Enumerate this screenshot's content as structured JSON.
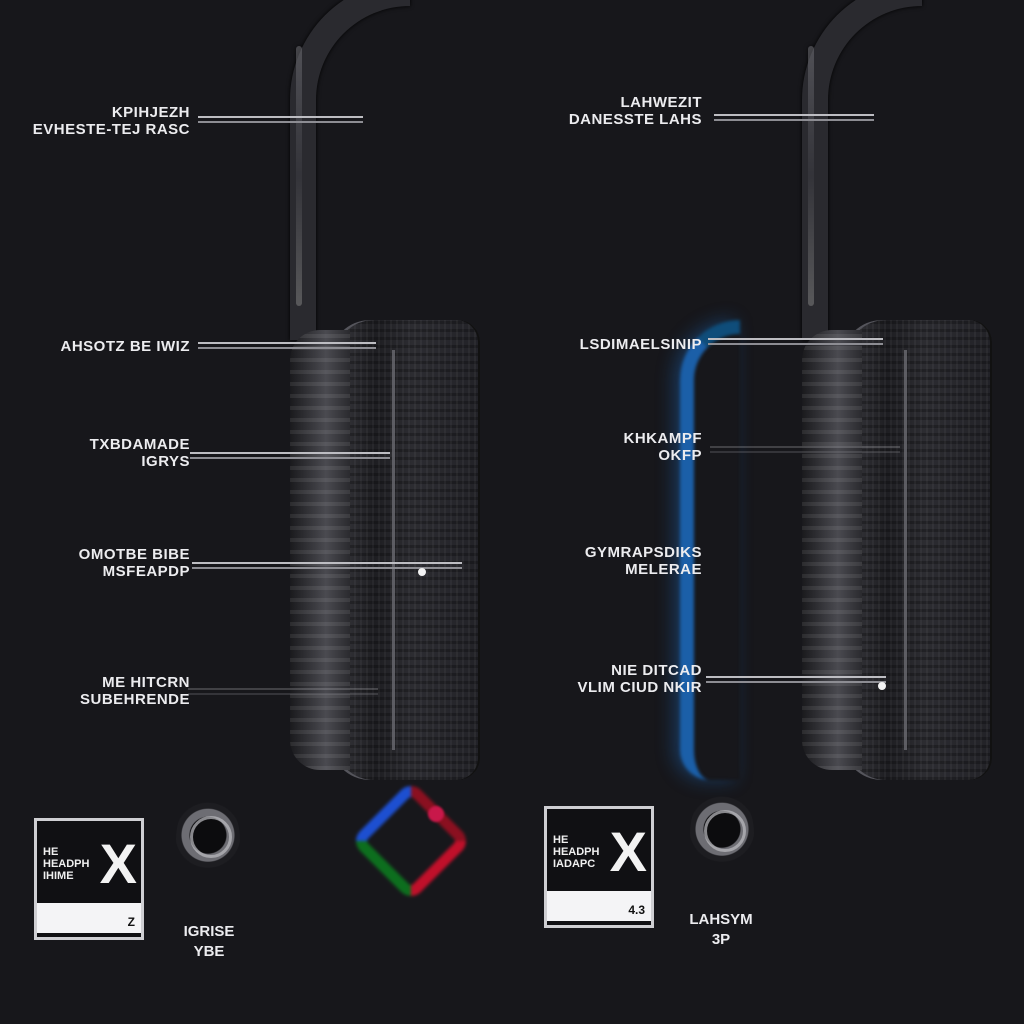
{
  "colors": {
    "background": "#17171b",
    "label_text": "#ececef",
    "leader_line": "#bdbdc2",
    "led_blue": "#1b5fa8",
    "rgb_red": "#c0102a",
    "rgb_green": "#0d6e1e",
    "rgb_blue": "#1d4fd0",
    "rgb_magenta": "#c8184a"
  },
  "left_panel": {
    "callouts": [
      {
        "lines": [
          "KPIHJEZH",
          "EVHESTE-TEJ RASC"
        ]
      },
      {
        "lines": [
          "AHSOTZ BE IWIZ"
        ]
      },
      {
        "lines": [
          "TXBDAMADE",
          "IGRYS"
        ]
      },
      {
        "lines": [
          "OMOTBE BIBE",
          "MSFEAPDP"
        ]
      },
      {
        "lines": [
          "ME HITCRN",
          "SUBEHRENDE"
        ]
      }
    ],
    "badge": {
      "text_lines": [
        "HE",
        "HEADPH",
        "IHIME"
      ],
      "mark": "X",
      "footer": "Z"
    },
    "emblem_label": [
      "IGRISE",
      "YBE"
    ]
  },
  "right_panel": {
    "callouts": [
      {
        "lines": [
          "LAHWEZIT",
          "DANESSTE LAHS"
        ]
      },
      {
        "lines": [
          "LSDIMAELSINIP"
        ]
      },
      {
        "lines": [
          "KHKAMPF",
          "OKFP"
        ]
      },
      {
        "lines": [
          "GYMRAPSDIKS",
          "MELERAE"
        ]
      },
      {
        "lines": [
          "NIE DITCAD",
          "VLIM CIUD NKIR"
        ]
      }
    ],
    "badge": {
      "text_lines": [
        "HE",
        "HEADPH",
        "IADAPC"
      ],
      "mark": "X",
      "footer": "4.3"
    },
    "emblem_label": [
      "LAHSYM",
      "3P"
    ]
  },
  "icons": {
    "headset": "headset-illustration",
    "rgb_ring": "rgb-lighting-ring-icon",
    "emblem": "brand-emblem-icon",
    "badge": "certification-badge-icon"
  }
}
